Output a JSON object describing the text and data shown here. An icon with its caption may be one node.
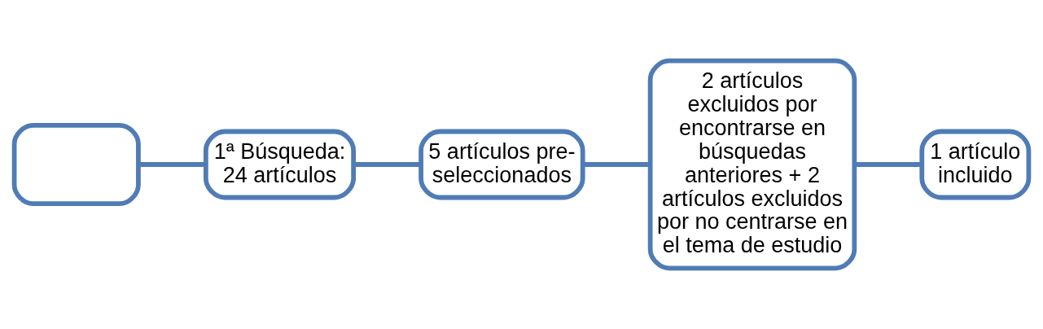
{
  "diagram": {
    "nodes": [
      {
        "text": [],
        "shape": "box"
      },
      {
        "text": [
          "1ª Búsqueda: 24 artículos"
        ]
      },
      {
        "text": [
          "5 artículos pre-seleccionados"
        ]
      },
      {
        "text": [
          "2 artículos excluidos por encontrarse en búsquedas anteriores + 2 artículos excluidos por no centrarse en el tema de estudio"
        ]
      },
      {
        "text": [
          "1 artículo incluido"
        ]
      }
    ],
    "edges": [
      {
        "from": 0,
        "to": 1,
        "arrow": "none"
      },
      {
        "from": 1,
        "to": 2,
        "arrow": "none"
      },
      {
        "from": 2,
        "to": 3,
        "arrow": "none"
      },
      {
        "from": 3,
        "to": 4,
        "arrow": "none"
      }
    ]
  }
}
